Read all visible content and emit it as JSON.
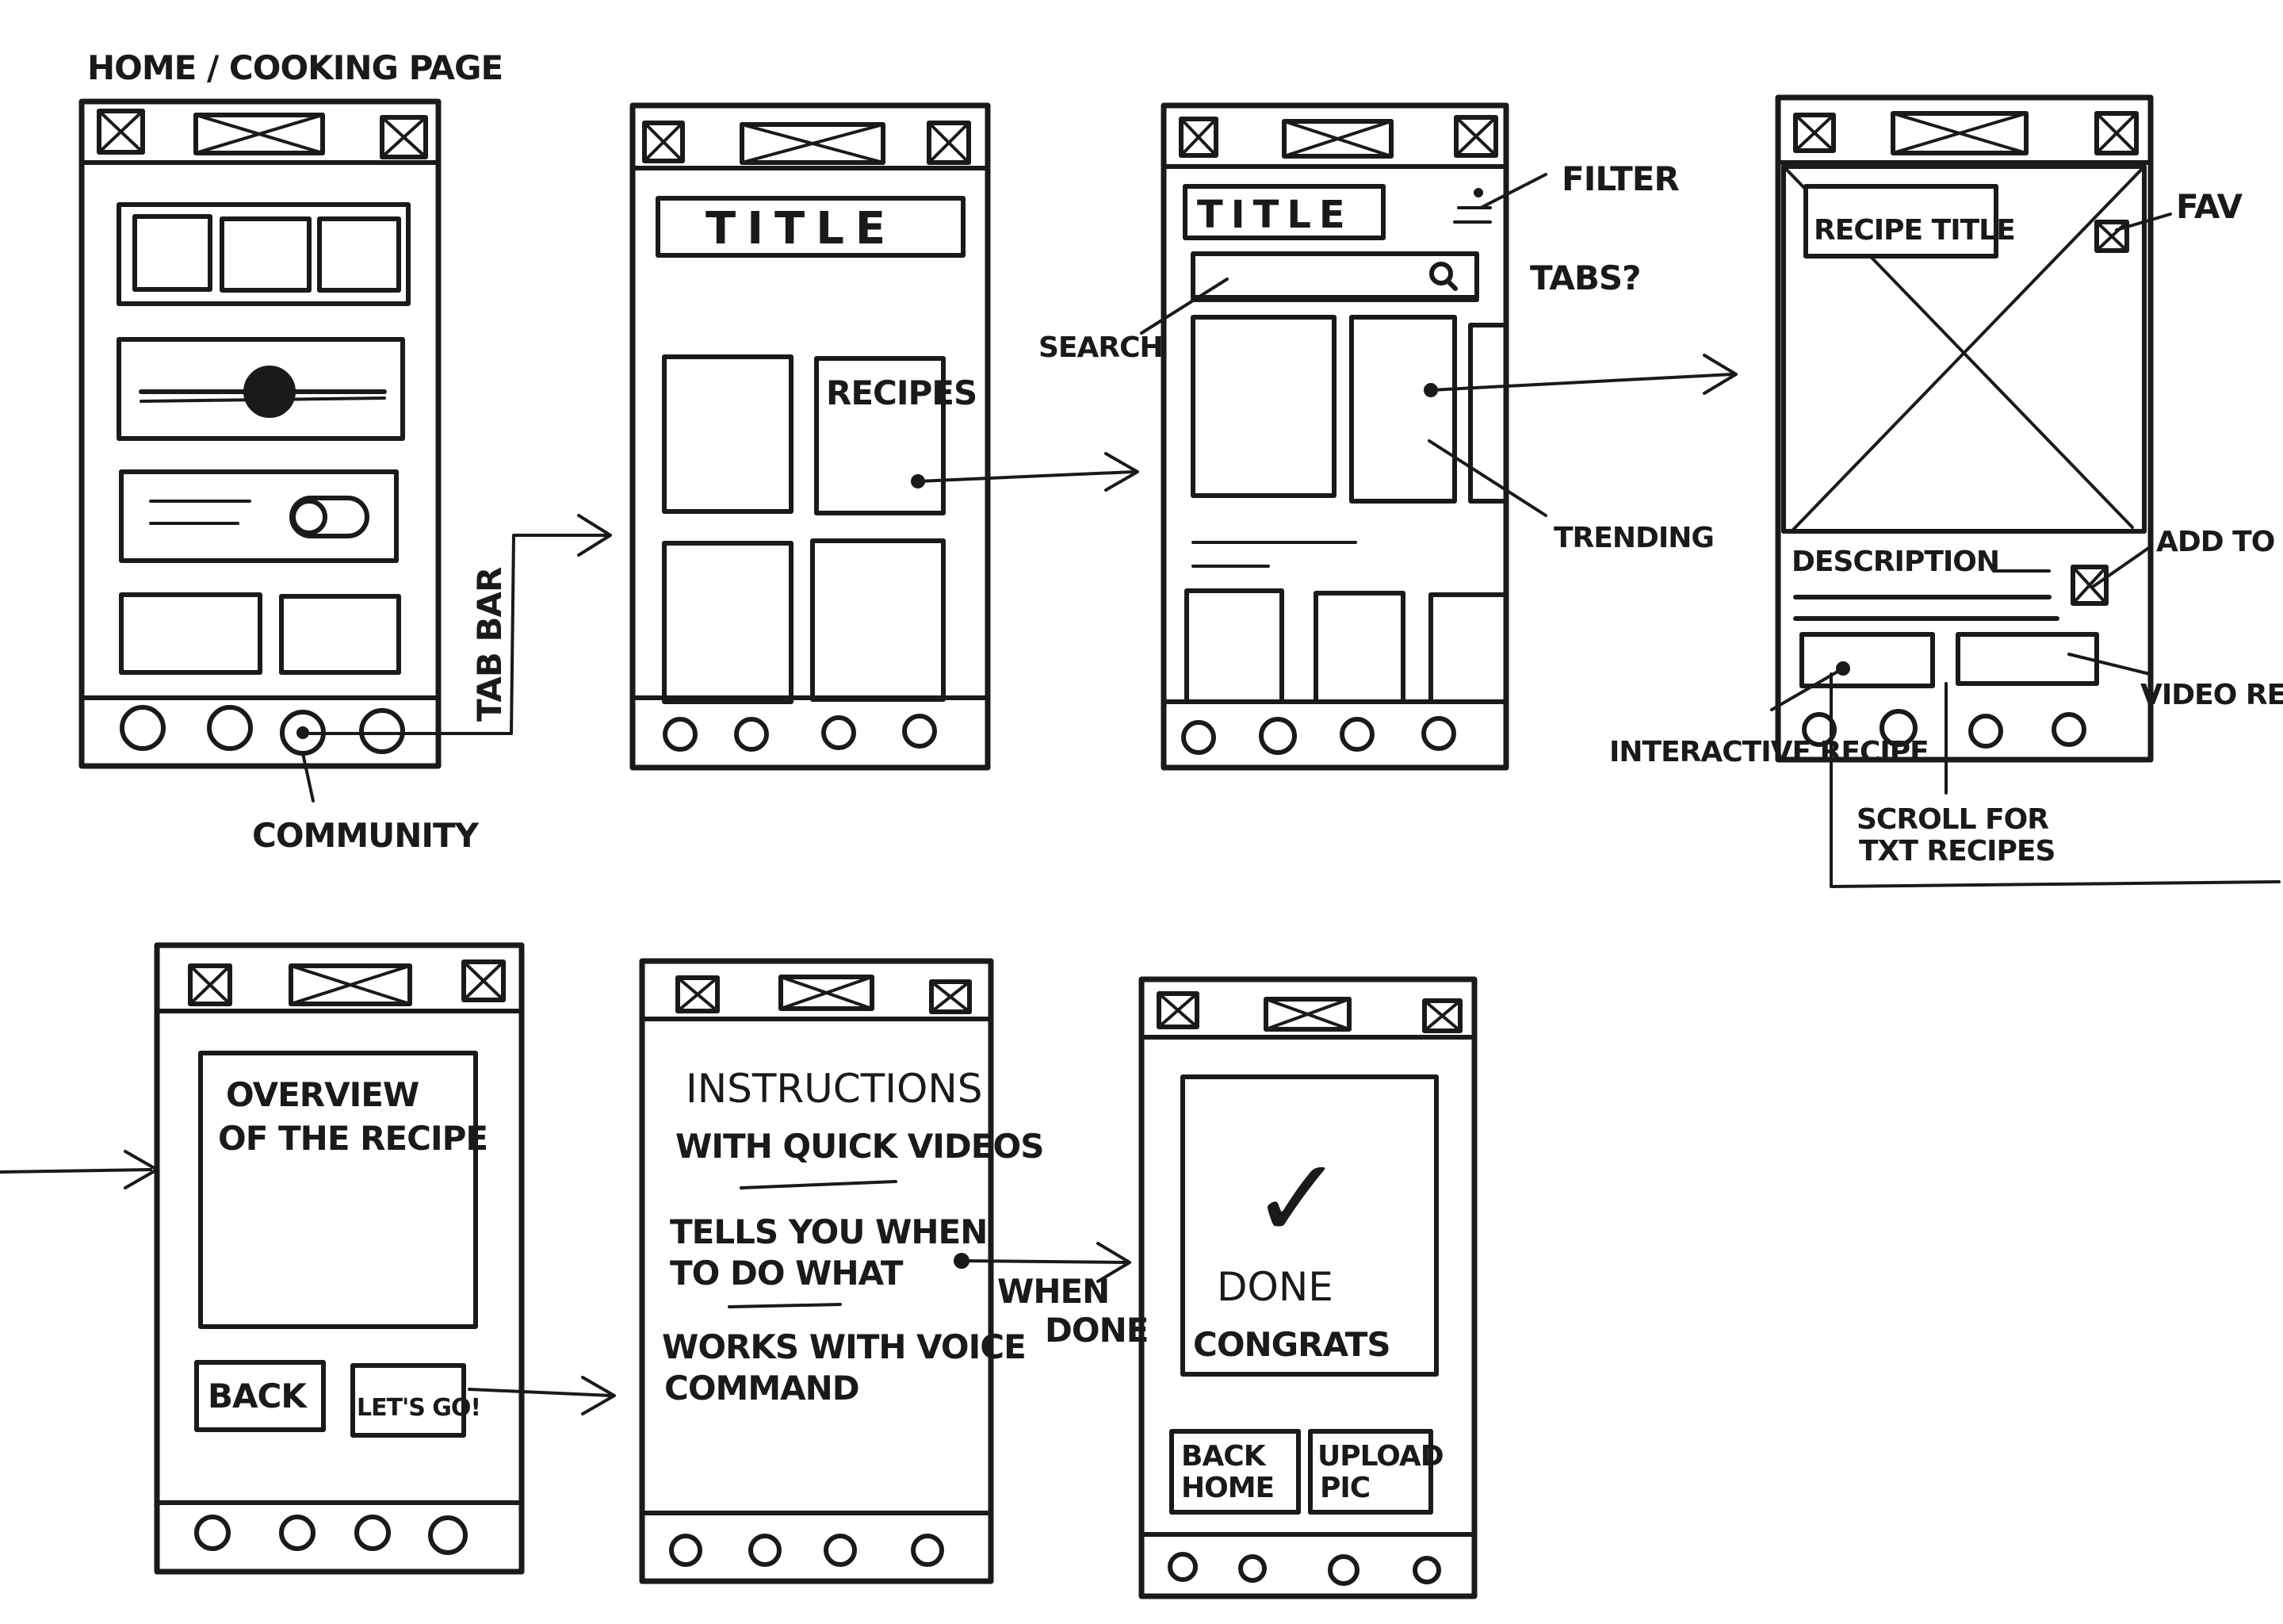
{
  "screens": {
    "home": {
      "header_label": "HOME / COOKING PAGE",
      "tab_bar_label": "TAB BAR",
      "community_label": "COMMUNITY"
    },
    "categories": {
      "title": "TITLE",
      "recipes_label": "RECIPES"
    },
    "browse": {
      "title": "TITLE",
      "filter_label": "FILTER",
      "tabs_label": "TABS?",
      "search_label": "SEARCH",
      "search_icon": "magnifier-icon",
      "trending_label": "TRENDING"
    },
    "recipe_detail": {
      "recipe_title": "RECIPE TITLE",
      "fav_label": "FAV",
      "description_label": "DESCRIPTION",
      "add_to_diet_label": "ADD TO DIET",
      "interactive_recipe_label": "INTERACTIVE RECIPE",
      "video_recipe_label": "VIDEO RECIPE",
      "scroll_label_line1": "SCROLL FOR",
      "scroll_label_line2": "TXT RECIPES"
    },
    "overview": {
      "text_line1": "OVERVIEW",
      "text_line2": "OF THE RECIPE",
      "back_button": "BACK",
      "lets_go_button": "LET'S GO!"
    },
    "instructions": {
      "line1": "INSTRUCTIONS",
      "line2": "WITH QUICK VIDEOS",
      "line3": "TELLS YOU WHEN",
      "line4": "TO DO WHAT",
      "line5": "WORKS WITH VOICE",
      "line6": "COMMAND",
      "when_done_line1": "WHEN",
      "when_done_line2": "DONE"
    },
    "done": {
      "checkmark": "✓",
      "line1": "DONE",
      "line2": "CONGRATS",
      "back_home_line1": "BACK",
      "back_home_line2": "HOME",
      "upload_line1": "UPLOAD",
      "upload_line2": "PIC"
    }
  },
  "colors": {
    "ink": "#1a1a1a",
    "paper": "#ffffff"
  }
}
